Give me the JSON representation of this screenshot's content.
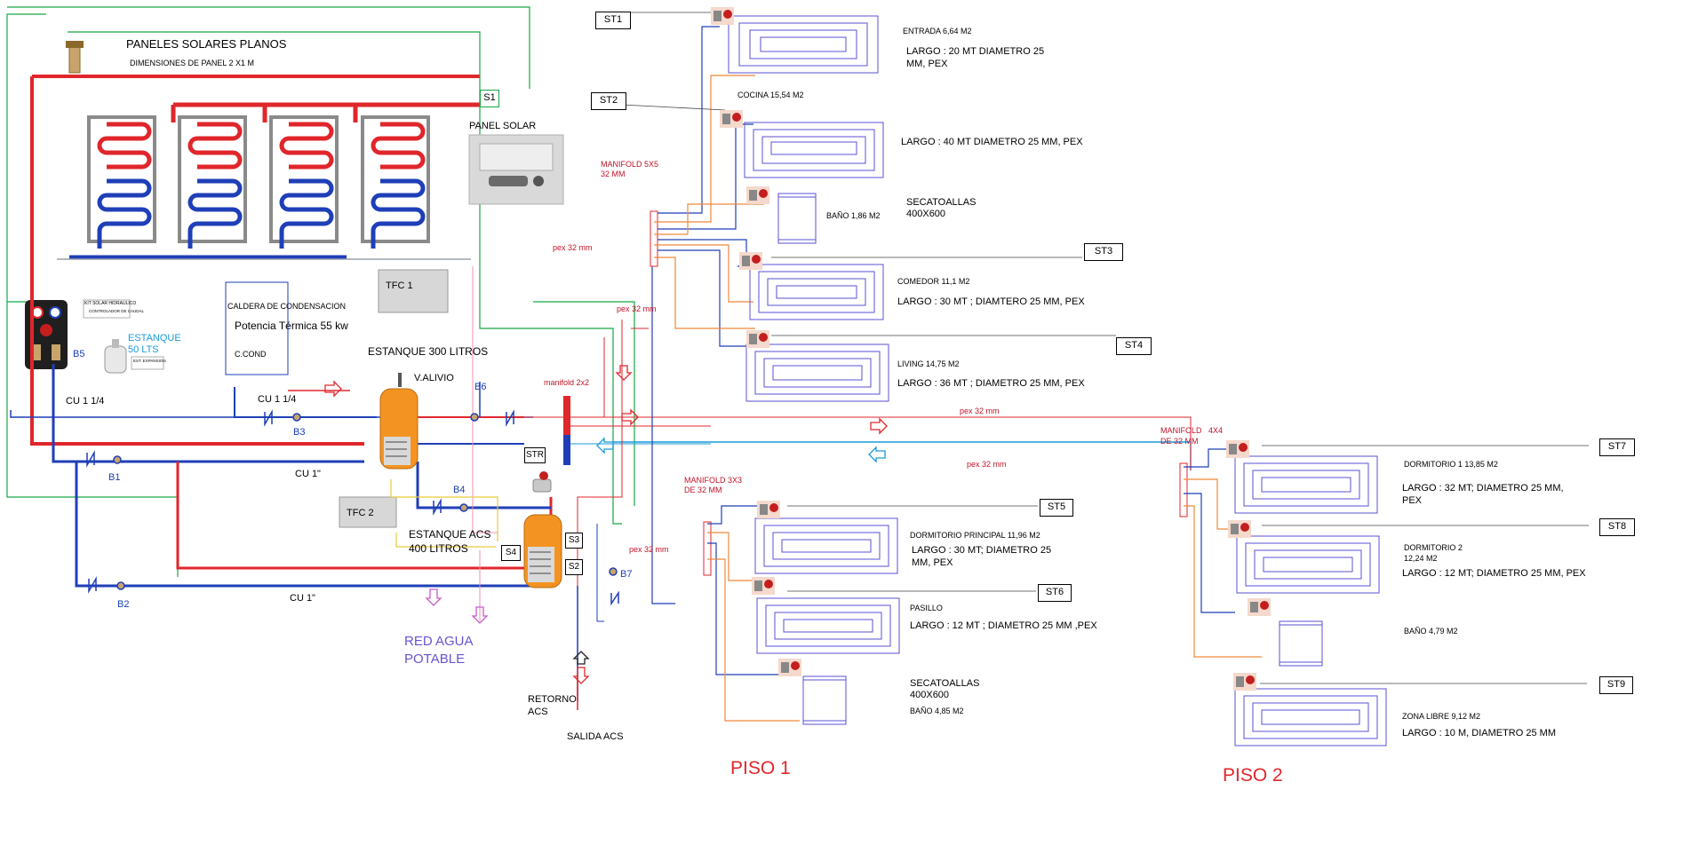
{
  "solar": {
    "title": "PANELES SOLARES PLANOS",
    "dims": "DIMENSIONES DE PANEL 2 X1 M",
    "controller": "PANEL SOLAR",
    "sensor_s1": "S1",
    "kit_label": "KIT SOLAR HIDRAULICO",
    "kit_sub": "CONTROLADOR DE CAUDAL",
    "exp_label": "EST. EXPANSION"
  },
  "small_tank": {
    "label_1": "ESTANQUE",
    "label_2": "50 LTS"
  },
  "boiler": {
    "title": "CALDERA DE CONDENSACION",
    "power": "Potencia Térmica 55 kw",
    "ccond": "C.COND"
  },
  "tfc": {
    "t1": "TFC  1",
    "t2": "TFC  2"
  },
  "tank300": {
    "title": "ESTANQUE 300 LITROS",
    "valve": "V.ALIVIO"
  },
  "tankacs": {
    "title_1": "ESTANQUE ACS",
    "title_2": "400 LITROS"
  },
  "pipes": {
    "cu114_a": "CU 1 1/4",
    "cu114_b": "CU 1 1/4",
    "cu1_a": "CU 1\"",
    "cu1_b": "CU 1\""
  },
  "pumps": {
    "b1": "B1",
    "b2": "B2",
    "b3": "B3",
    "b4": "B4",
    "b5": "B5",
    "b6": "B6",
    "b7": "B7"
  },
  "sensors": {
    "s2": "S2",
    "s3": "S3",
    "s4": "S4",
    "str": "STR"
  },
  "water": {
    "red_1": "RED AGUA",
    "red_2": "POTABLE",
    "retorno_1": "RETORNO",
    "retorno_2": "ACS",
    "salida": "SALIDA ACS"
  },
  "manifolds": {
    "m5_1": "MANIFOLD 5X5",
    "m5_2": "32 MM",
    "m2": "manifold 2x2",
    "m3_1": "MANIFOLD 3X3",
    "m3_2": "DE 32 MM",
    "m4_1": "MANIFOLD",
    "m4_1b": "4X4",
    "m4_2": "DE 32 MM"
  },
  "pex": {
    "p1": "pex 32 mm",
    "p2": "pex 32 mm",
    "p3": "pex 32 mm",
    "p4": "pex 32 mm",
    "p5": "pex 32 mm"
  },
  "thermostats": [
    "ST1",
    "ST2",
    "ST3",
    "ST4",
    "ST5",
    "ST6",
    "ST7",
    "ST8",
    "ST9"
  ],
  "rooms": {
    "entrada": "ENTRADA 6,64 M2",
    "entrada_l1": "LARGO : 20 MT  DIAMETRO 25",
    "entrada_l2": "MM, PEX",
    "cocina": "COCINA 15,54 M2",
    "cocina_l": "LARGO : 40 MT DIAMETRO 25 MM, PEX",
    "bano1": "BAÑO 1,86 M2",
    "seca1_1": "SECATOALLAS",
    "seca1_2": "400X600",
    "comedor": "COMEDOR 11,1 M2",
    "comedor_l": "LARGO : 30 MT ; DIAMTERO 25 MM, PEX",
    "living": "LIVING 14,75 M2",
    "living_l": "LARGO : 36 MT ; DIAMETRO 25 MM, PEX",
    "dprin": "DORMITORIO PRINCIPAL 11,96 M2",
    "dprin_l1": "LARGO : 30 MT; DIAMETRO 25",
    "dprin_l2": "MM, PEX",
    "pasillo": "PASILLO",
    "pasillo_l": "LARGO : 12 MT ; DIAMETRO 25 MM ,PEX",
    "seca2_1": "SECATOALLAS",
    "seca2_2": "400X600",
    "bano2": "BAÑO 4,85 M2",
    "d1": "DORMITORIO 1 13,85 M2",
    "d1_l1": "LARGO : 32 MT; DIAMETRO 25 MM,",
    "d1_l2": "PEX",
    "d2_1": "DORMITORIO 2",
    "d2_2": "12,24 M2",
    "d2_l": "LARGO : 12 MT; DIAMETRO 25 MM, PEX",
    "bano3": "BAÑO 4,79 M2",
    "zona": "ZONA LIBRE 9,12 M2",
    "zona_l": "LARGO : 10 M, DIAMETRO 25 MM"
  },
  "floors": {
    "piso1": "PISO 1",
    "piso2": "PISO 2"
  },
  "colors": {
    "supply": "#e0262b",
    "return": "#1f3fb8",
    "solar_line": "#17a844",
    "acs": "#e8c93c",
    "loop": "#5a52d4",
    "aux": "#f0883a",
    "tank": "#f39422"
  }
}
